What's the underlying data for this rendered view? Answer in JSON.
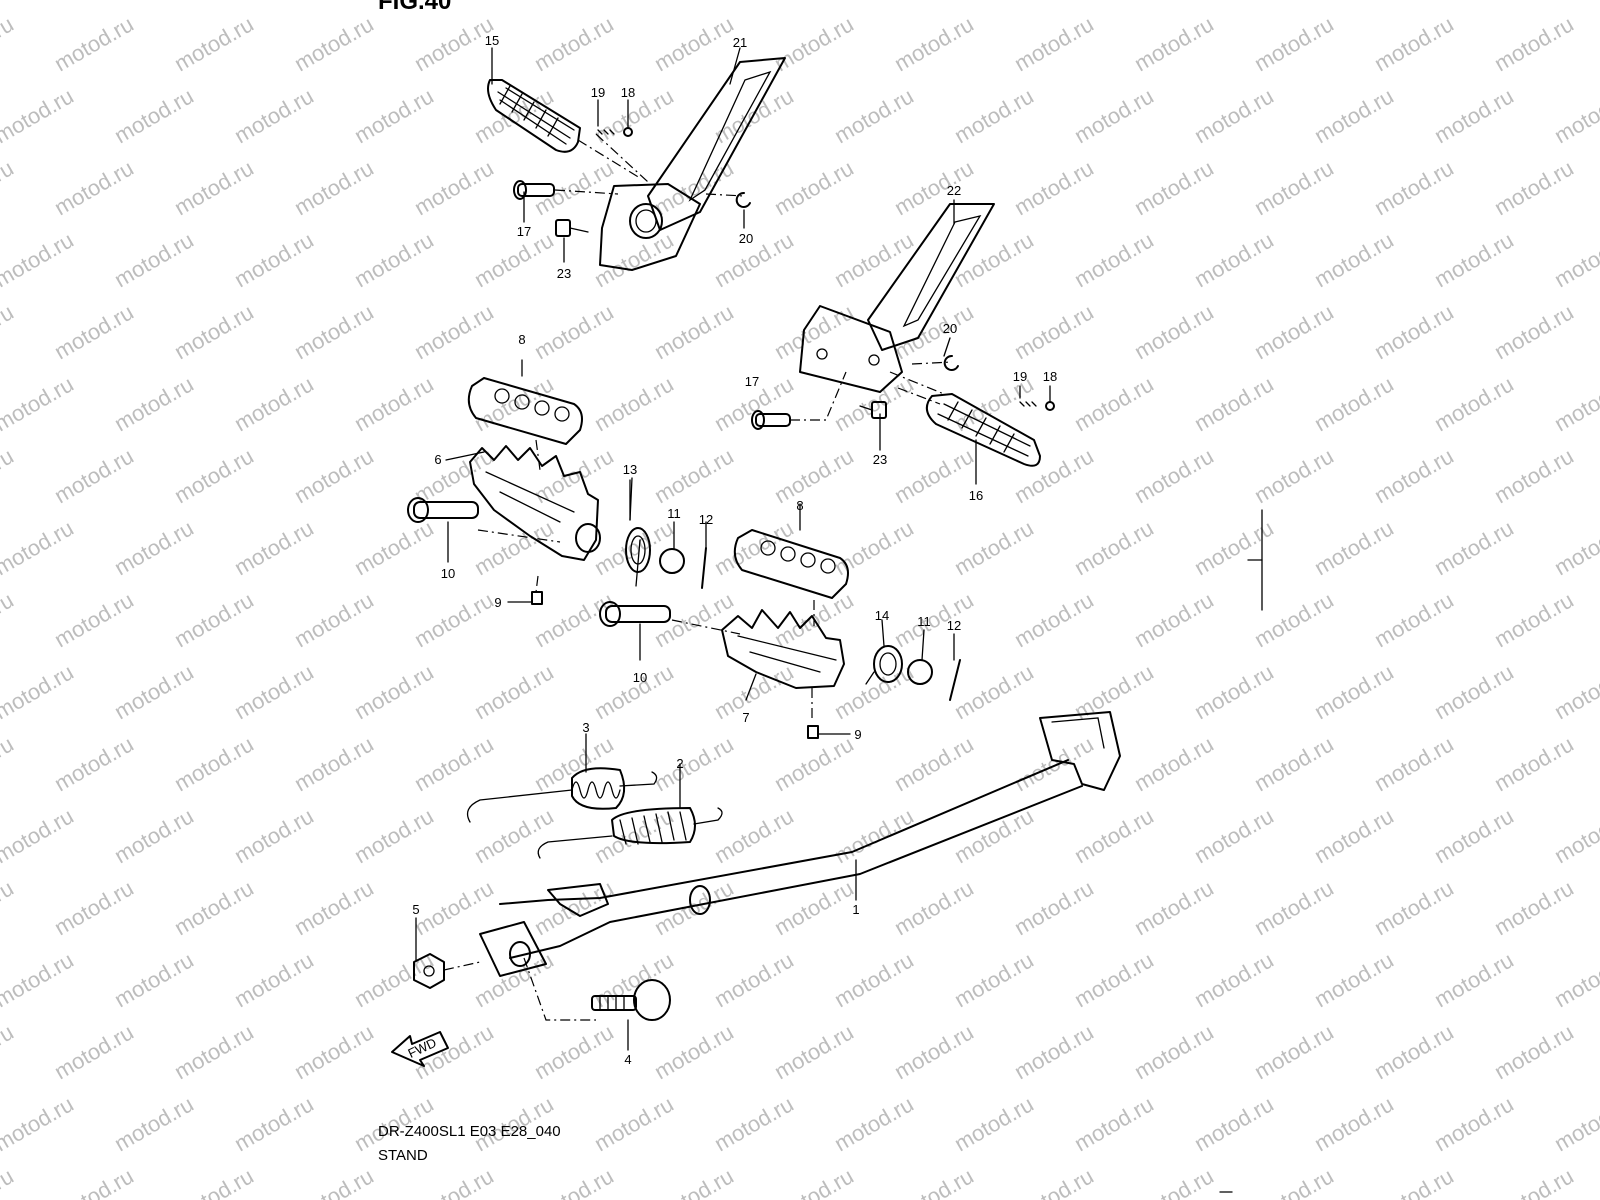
{
  "figure_title": "FIG.40",
  "watermark": "motod.ru",
  "model_code": "DR-Z400SL1 E03 E28_040",
  "section_name": "STAND",
  "fwd_marker": "FWD",
  "callouts": [
    {
      "id": "c15a",
      "label": "15"
    },
    {
      "id": "c21",
      "label": "21"
    },
    {
      "id": "c19a",
      "label": "19"
    },
    {
      "id": "c18a",
      "label": "18"
    },
    {
      "id": "c17a",
      "label": "17"
    },
    {
      "id": "c20a",
      "label": "20"
    },
    {
      "id": "c23a",
      "label": "23"
    },
    {
      "id": "c22",
      "label": "22"
    },
    {
      "id": "c20b",
      "label": "20"
    },
    {
      "id": "c17b",
      "label": "17"
    },
    {
      "id": "c19b",
      "label": "19"
    },
    {
      "id": "c18b",
      "label": "18"
    },
    {
      "id": "c23b",
      "label": "23"
    },
    {
      "id": "c16",
      "label": "16"
    },
    {
      "id": "c8a",
      "label": "8"
    },
    {
      "id": "c6",
      "label": "6"
    },
    {
      "id": "c13",
      "label": "13"
    },
    {
      "id": "c11a",
      "label": "11"
    },
    {
      "id": "c12a",
      "label": "12"
    },
    {
      "id": "c10a",
      "label": "10"
    },
    {
      "id": "c9a",
      "label": "9"
    },
    {
      "id": "c8b",
      "label": "8"
    },
    {
      "id": "c14",
      "label": "14"
    },
    {
      "id": "c11b",
      "label": "11"
    },
    {
      "id": "c12b",
      "label": "12"
    },
    {
      "id": "c10b",
      "label": "10"
    },
    {
      "id": "c7",
      "label": "7"
    },
    {
      "id": "c9b",
      "label": "9"
    },
    {
      "id": "c3",
      "label": "3"
    },
    {
      "id": "c2",
      "label": "2"
    },
    {
      "id": "c1",
      "label": "1"
    },
    {
      "id": "c5",
      "label": "5"
    },
    {
      "id": "c4",
      "label": "4"
    }
  ]
}
